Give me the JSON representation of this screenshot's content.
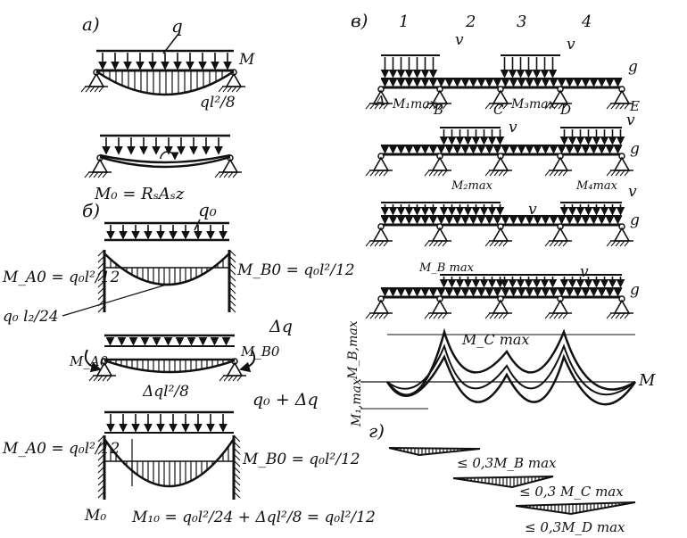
{
  "panels": {
    "a": "а)",
    "b": "б)",
    "v": "в)",
    "g": "г)"
  },
  "panel_a": {
    "load": "q",
    "moment": "M",
    "moment_value": "ql²/8",
    "formula": "M₀ = RₛAₛz"
  },
  "panel_b": {
    "load1": "q₀",
    "ma0_left": "M_A0 = q₀l²/12",
    "mb0_right": "M_B0 = q₀l²/12",
    "mid_value": "q₀ l₂/24",
    "delta_load": "Δq",
    "ma0": "M_A0",
    "mb0": "M_B0",
    "delta_moment": "Δql²/8",
    "load_total": "q₀ + Δq",
    "ma0_left2": "M_A0 = q₀l²/12",
    "mb0_right2": "M_B0 = q₀l²/12",
    "m0": "M₀",
    "m10": "M₁₀ = q₀l²/24 + Δql²/8 = q₀l²/12"
  },
  "panel_v": {
    "spans": [
      "1",
      "2",
      "3",
      "4"
    ],
    "live": "v",
    "dead": "g",
    "supports": [
      "A",
      "B",
      "C",
      "D",
      "E"
    ],
    "m1max": "M₁max",
    "m3max": "M₃max",
    "m2max": "M₂max",
    "m4max": "M₄max",
    "mbmax": "M_B max",
    "mcmax": "M_C max",
    "m_label": "M",
    "axis_mbmax": "M_B,max",
    "axis_m1max": "M₁,max"
  },
  "panel_g": {
    "t1": "≤ 0,3M_B max",
    "t2": "≤ 0,3 M_C max",
    "t3": "≤ 0,3M_D max"
  }
}
